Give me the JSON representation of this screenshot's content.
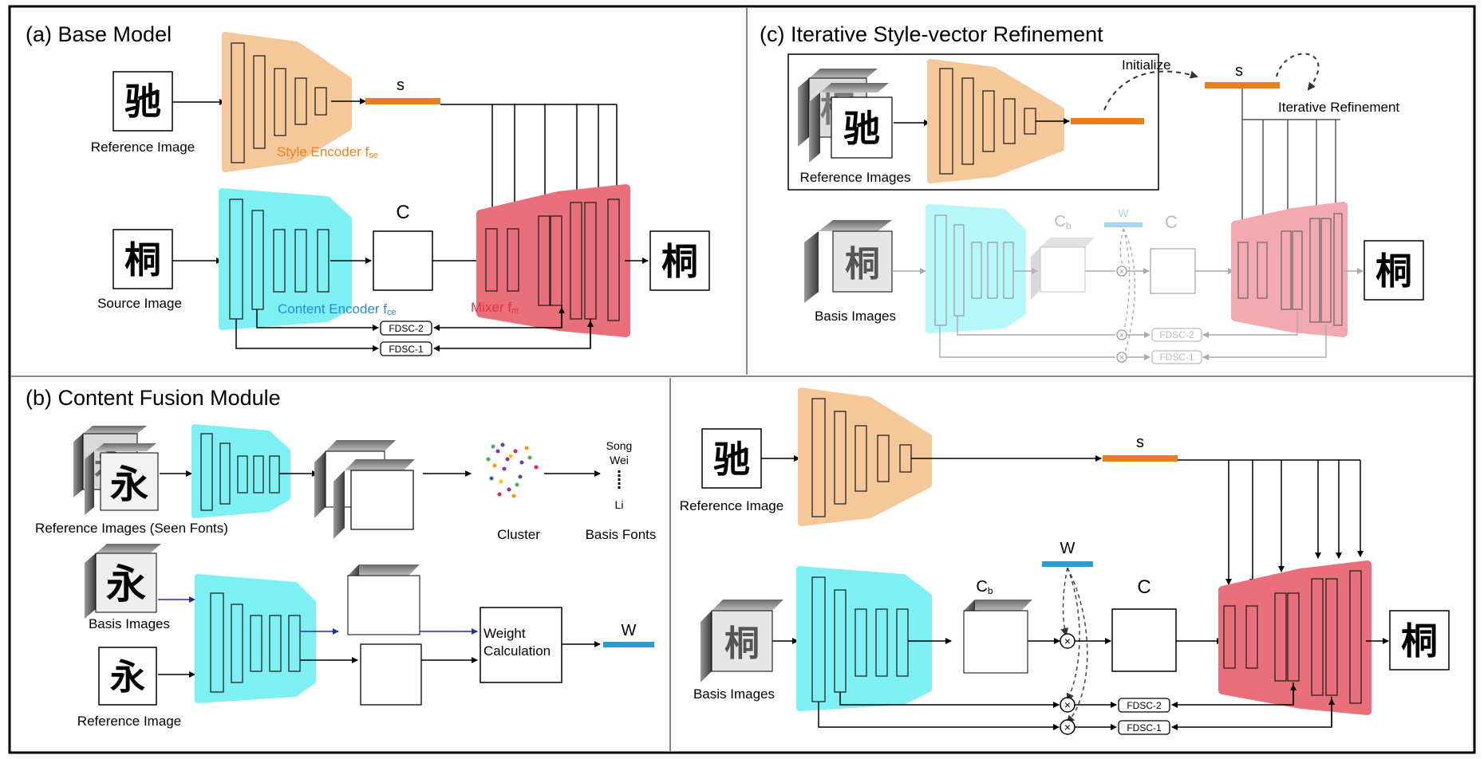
{
  "panels": {
    "a": {
      "title": "(a) Base Model"
    },
    "b": {
      "title": "(b) Content Fusion Module"
    },
    "c": {
      "title": "(c) Iterative Style-vector Refinement"
    }
  },
  "glyphs": {
    "chi": "驰",
    "tong": "桐",
    "yong": "永"
  },
  "labels": {
    "reference_image": "Reference Image",
    "reference_images": "Reference Images",
    "reference_images_seen": "Reference Images (Seen Fonts)",
    "source_image": "Source Image",
    "basis_images": "Basis Images",
    "style_encoder": "Style Encoder f",
    "style_encoder_sub": "se",
    "content_encoder": "Content Encoder f",
    "content_encoder_sub": "ce",
    "mixer": "Mixer f",
    "mixer_sub": "m",
    "s": "s",
    "c": "C",
    "cb": "C",
    "cb_sub": "b",
    "w": "W",
    "fdsc2": "FDSC-2",
    "fdsc1": "FDSC-1",
    "initialize": "Initialize",
    "iterative_refinement": "Iterative Refinement",
    "cluster": "Cluster",
    "basis_fonts": "Basis Fonts",
    "song": "Song",
    "wei": "Wei",
    "li": "Li",
    "weight_calc_1": "Weight",
    "weight_calc_2": "Calculation"
  },
  "colors": {
    "style_encoder": "#f5c89a",
    "content_encoder": "#7df0f3",
    "mixer": "#e9707a",
    "s_bar": "#ea7d1e",
    "w_bar": "#2b9bd3",
    "style_label": "#e8841f",
    "content_label": "#2e86de",
    "mixer_label": "#e8313d"
  }
}
